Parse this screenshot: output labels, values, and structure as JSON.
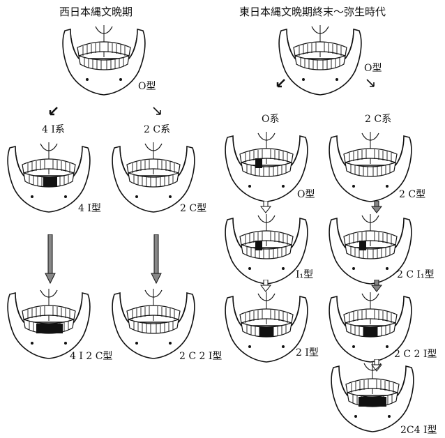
{
  "headings": {
    "west": "西日本縄文晩期",
    "east": "東日本縄文晩期終末～弥生時代"
  },
  "west": {
    "top_type": "O型",
    "branch_left": "4 I系",
    "branch_right": "2 C系",
    "mid_left": "4 I型",
    "mid_right": "2 C型",
    "bottom_left": "4 I 2 C型",
    "bottom_right": "2 C 2 I型"
  },
  "east": {
    "top_type": "O型",
    "branch_left": "O系",
    "branch_right": "2 C系",
    "o_series": [
      "O型",
      "I₁型",
      "2 I型"
    ],
    "c_series": [
      "2 C型",
      "2 C I₁型",
      "2 C 2 I型",
      "2C4 I型"
    ]
  }
}
